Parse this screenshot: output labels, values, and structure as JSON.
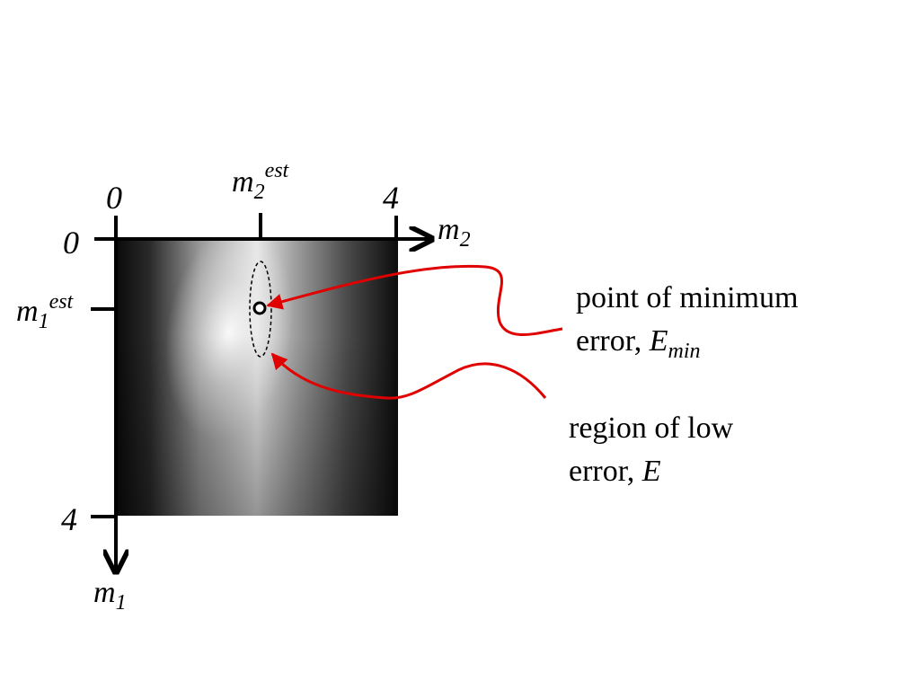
{
  "axes": {
    "top_axis": {
      "label_var": "m",
      "label_sub": "2",
      "tick_start": "0",
      "tick_end": "4",
      "est_var": "m",
      "est_sub": "2",
      "est_sup": "est"
    },
    "left_axis": {
      "label_var": "m",
      "label_sub": "1",
      "tick_start": "0",
      "tick_end": "4",
      "est_var": "m",
      "est_sub": "1",
      "est_sup": "est"
    }
  },
  "annotations": {
    "minimum": {
      "line1": "point of minimum",
      "line2_prefix": "error, ",
      "line2_var": "E",
      "line2_sub": "min"
    },
    "region": {
      "line1": "region of low",
      "line2_prefix": "error, ",
      "line2_var": "E"
    }
  },
  "colors": {
    "arrow": "#e00000",
    "axis": "#000000"
  },
  "image": {
    "description_name": "error-surface-grayscale"
  }
}
